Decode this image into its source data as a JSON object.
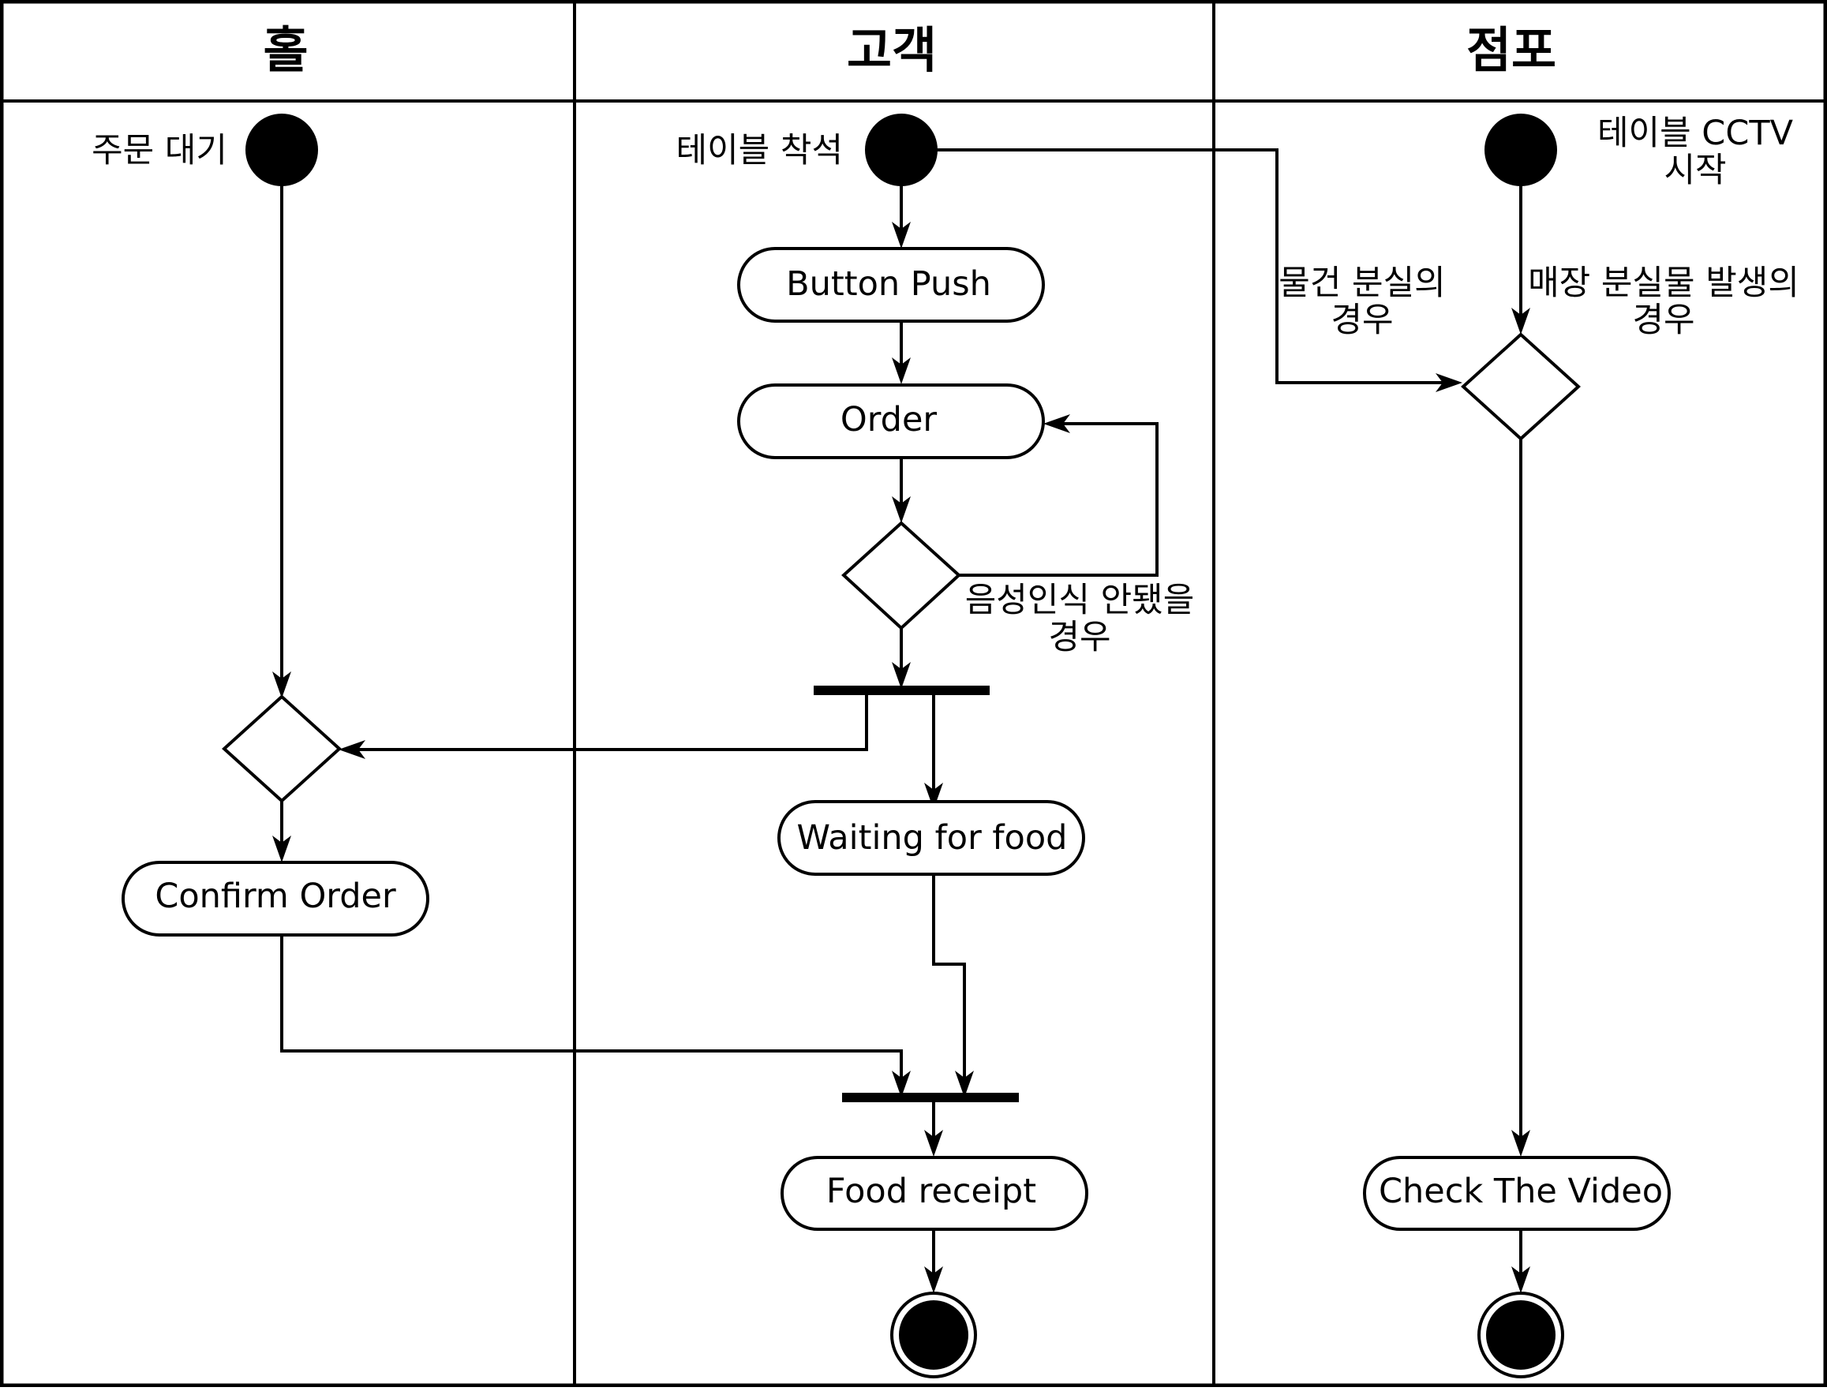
{
  "lanes": [
    {
      "id": "hall",
      "title": "홀"
    },
    {
      "id": "customer",
      "title": "고객"
    },
    {
      "id": "store",
      "title": "점포"
    }
  ],
  "starts": {
    "hall": "주문 대기",
    "customer": "테이블 착석",
    "store": [
      "테이블 CCTV",
      "시작"
    ]
  },
  "activities": {
    "button_push": "Button Push",
    "order": "Order",
    "waiting_for_food": "Waiting for food",
    "confirm_order": "Confirm Order",
    "food_receipt": "Food receipt",
    "check_video": "Check The Video"
  },
  "guards": {
    "voice_not_recognized": [
      "음성인식 안됐을",
      "경우"
    ],
    "item_lost": [
      "물건 분실의",
      "경우"
    ],
    "store_lost_item": [
      "매장 분실물 발생의",
      "경우"
    ]
  }
}
